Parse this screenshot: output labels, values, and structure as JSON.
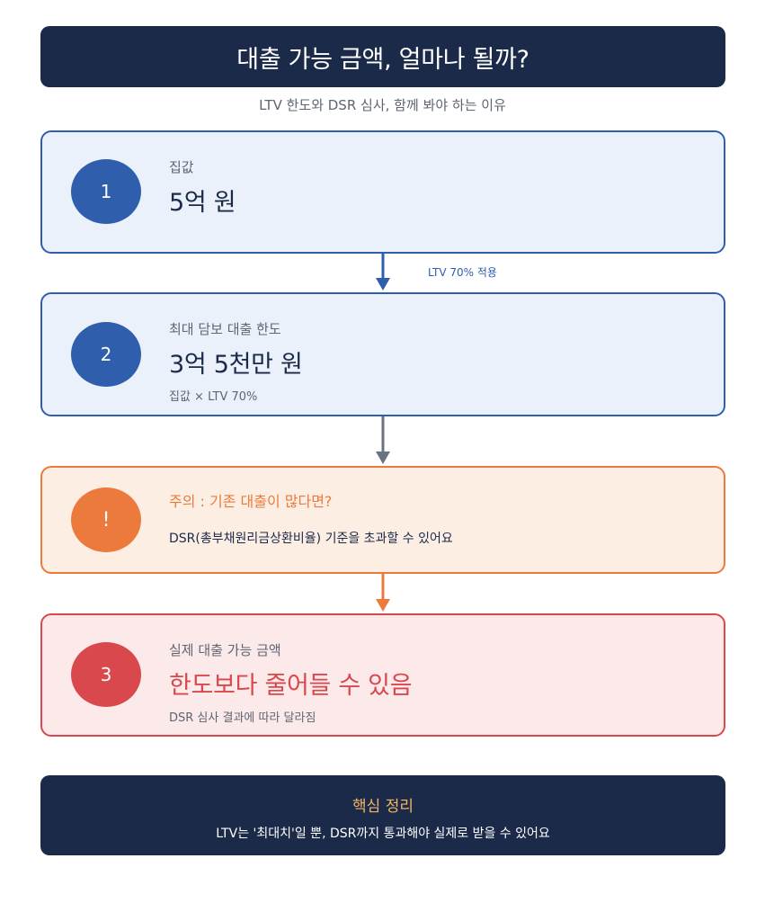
{
  "header": {
    "title": "대출 가능 금액, 얼마나 될까?",
    "subtitle": "LTV 한도와 DSR 심사, 함께 봐야 하는 이유"
  },
  "steps": [
    {
      "badge": "1",
      "label": "집값",
      "value": "5억 원",
      "note": ""
    },
    {
      "badge": "2",
      "label": "최대 담보 대출 한도",
      "value": "3억 5천만 원",
      "note": "집값 × LTV 70%"
    }
  ],
  "connector": {
    "label": "LTV 70% 적용"
  },
  "warning": {
    "badge": "!",
    "label": "주의 : 기존 대출이 많다면?",
    "description": "DSR(총부채원리금상환비율) 기준을 초과할 수 있어요"
  },
  "result": {
    "badge": "3",
    "label": "실제 대출 가능 금액",
    "value": "한도보다 줄어들 수 있음",
    "note": "DSR 심사 결과에 따라 달라짐"
  },
  "summary": {
    "title": "핵심 정리",
    "text": "LTV는 '최대치'일 뿐, DSR까지 통과해야 실제로 받을 수 있어요"
  },
  "colors": {
    "navy": "#1c2a4a",
    "blue": "#2f5fac",
    "orange": "#ec7a3c",
    "red": "#d9484c",
    "gray": "#6b7280",
    "gold": "#f1b563"
  }
}
